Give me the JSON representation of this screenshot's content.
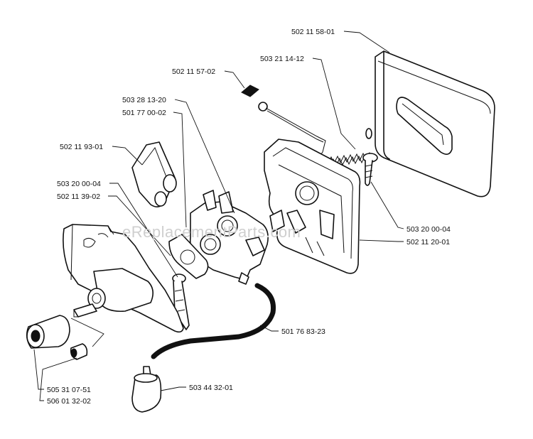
{
  "watermark": "eReplacementParts.com",
  "part_numbers": {
    "air_filter": "502 11 58-01",
    "spring": "503 21 14-12",
    "choke_rod": "502 11 57-02",
    "carburetor_a": "503 28 13-20",
    "carburetor_b": "501 77 00-02",
    "intake_boot": "502 11 93-01",
    "screw_left": "503 20 00-04",
    "gasket": "502 11 39-02",
    "screw_right": "503 20 00-04",
    "filter_holder": "502 11 20-01",
    "fuel_line": "501 76 83-23",
    "fuel_filter": "503 44 32-01",
    "grommet_large": "505 31 07-51",
    "grommet_small": "506 01 32-02"
  }
}
